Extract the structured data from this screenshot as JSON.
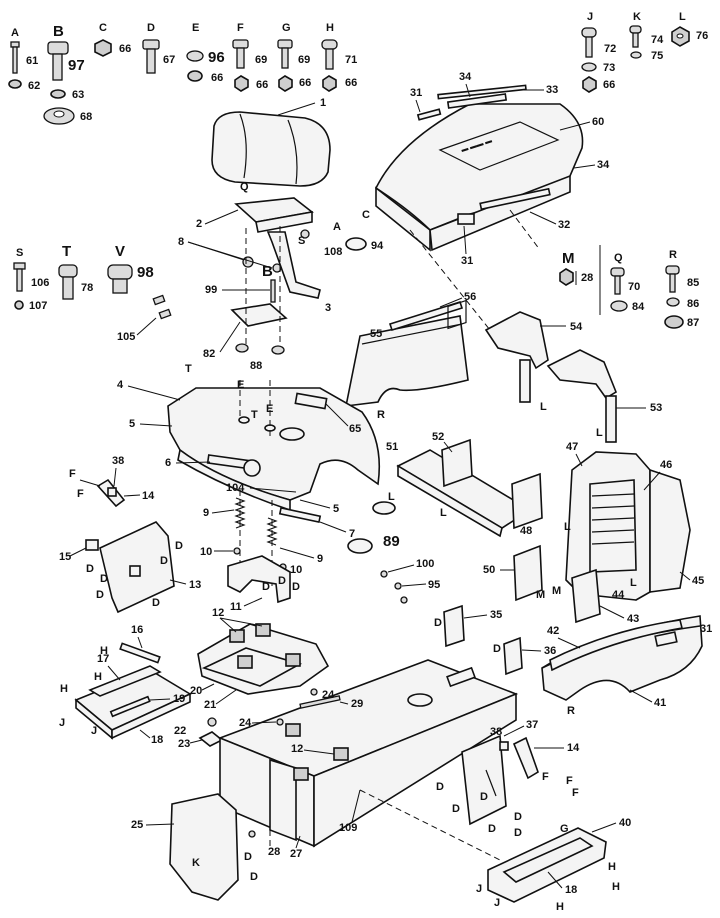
{
  "hardware_letters": {
    "A": "A",
    "B": "B",
    "C": "C",
    "D": "D",
    "E": "E",
    "F": "F",
    "G": "G",
    "H": "H",
    "J": "J",
    "K": "K",
    "L": "L",
    "S": "S",
    "T": "T",
    "V": "V",
    "M": "M",
    "Q": "Q",
    "R": "R"
  },
  "hardware_numbers": {
    "n61": "61",
    "n62": "62",
    "n97": "97",
    "n63": "63",
    "n68": "68",
    "n66": "66",
    "n67": "67",
    "n96": "96",
    "n69": "69",
    "n71": "71",
    "n72": "72",
    "n73": "73",
    "n74": "74",
    "n75": "75",
    "n76": "76",
    "n106": "106",
    "n107": "107",
    "n78": "78",
    "n98": "98",
    "n28": "28",
    "n70": "70",
    "n84": "84",
    "n85": "85",
    "n86": "86",
    "n87": "87"
  },
  "part_numbers": {
    "p1": "1",
    "p2": "2",
    "p3": "3",
    "p4": "4",
    "p5": "5",
    "p6": "6",
    "p7": "7",
    "p8": "8",
    "p9": "9",
    "p10": "10",
    "p11": "11",
    "p12": "12",
    "p13": "13",
    "p14": "14",
    "p15": "15",
    "p16": "16",
    "p17": "17",
    "p18": "18",
    "p19": "19",
    "p20": "20",
    "p21": "21",
    "p22": "22",
    "p23": "23",
    "p24": "24",
    "p25": "25",
    "p27": "27",
    "p28": "28",
    "p29": "29",
    "p31": "31",
    "p32": "32",
    "p33": "33",
    "p34": "34",
    "p35": "35",
    "p36": "36",
    "p37": "37",
    "p38": "38",
    "p40": "40",
    "p41": "41",
    "p42": "42",
    "p43": "43",
    "p44": "44",
    "p45": "45",
    "p46": "46",
    "p47": "47",
    "p48": "48",
    "p50": "50",
    "p51": "51",
    "p52": "52",
    "p53": "53",
    "p54": "54",
    "p55": "55",
    "p56": "56",
    "p60": "60",
    "p65": "65",
    "p82": "82",
    "p88": "88",
    "p89": "89",
    "p94": "94",
    "p95": "95",
    "p99": "99",
    "p100": "100",
    "p104": "104",
    "p105": "105",
    "p108": "108",
    "p109": "109"
  }
}
